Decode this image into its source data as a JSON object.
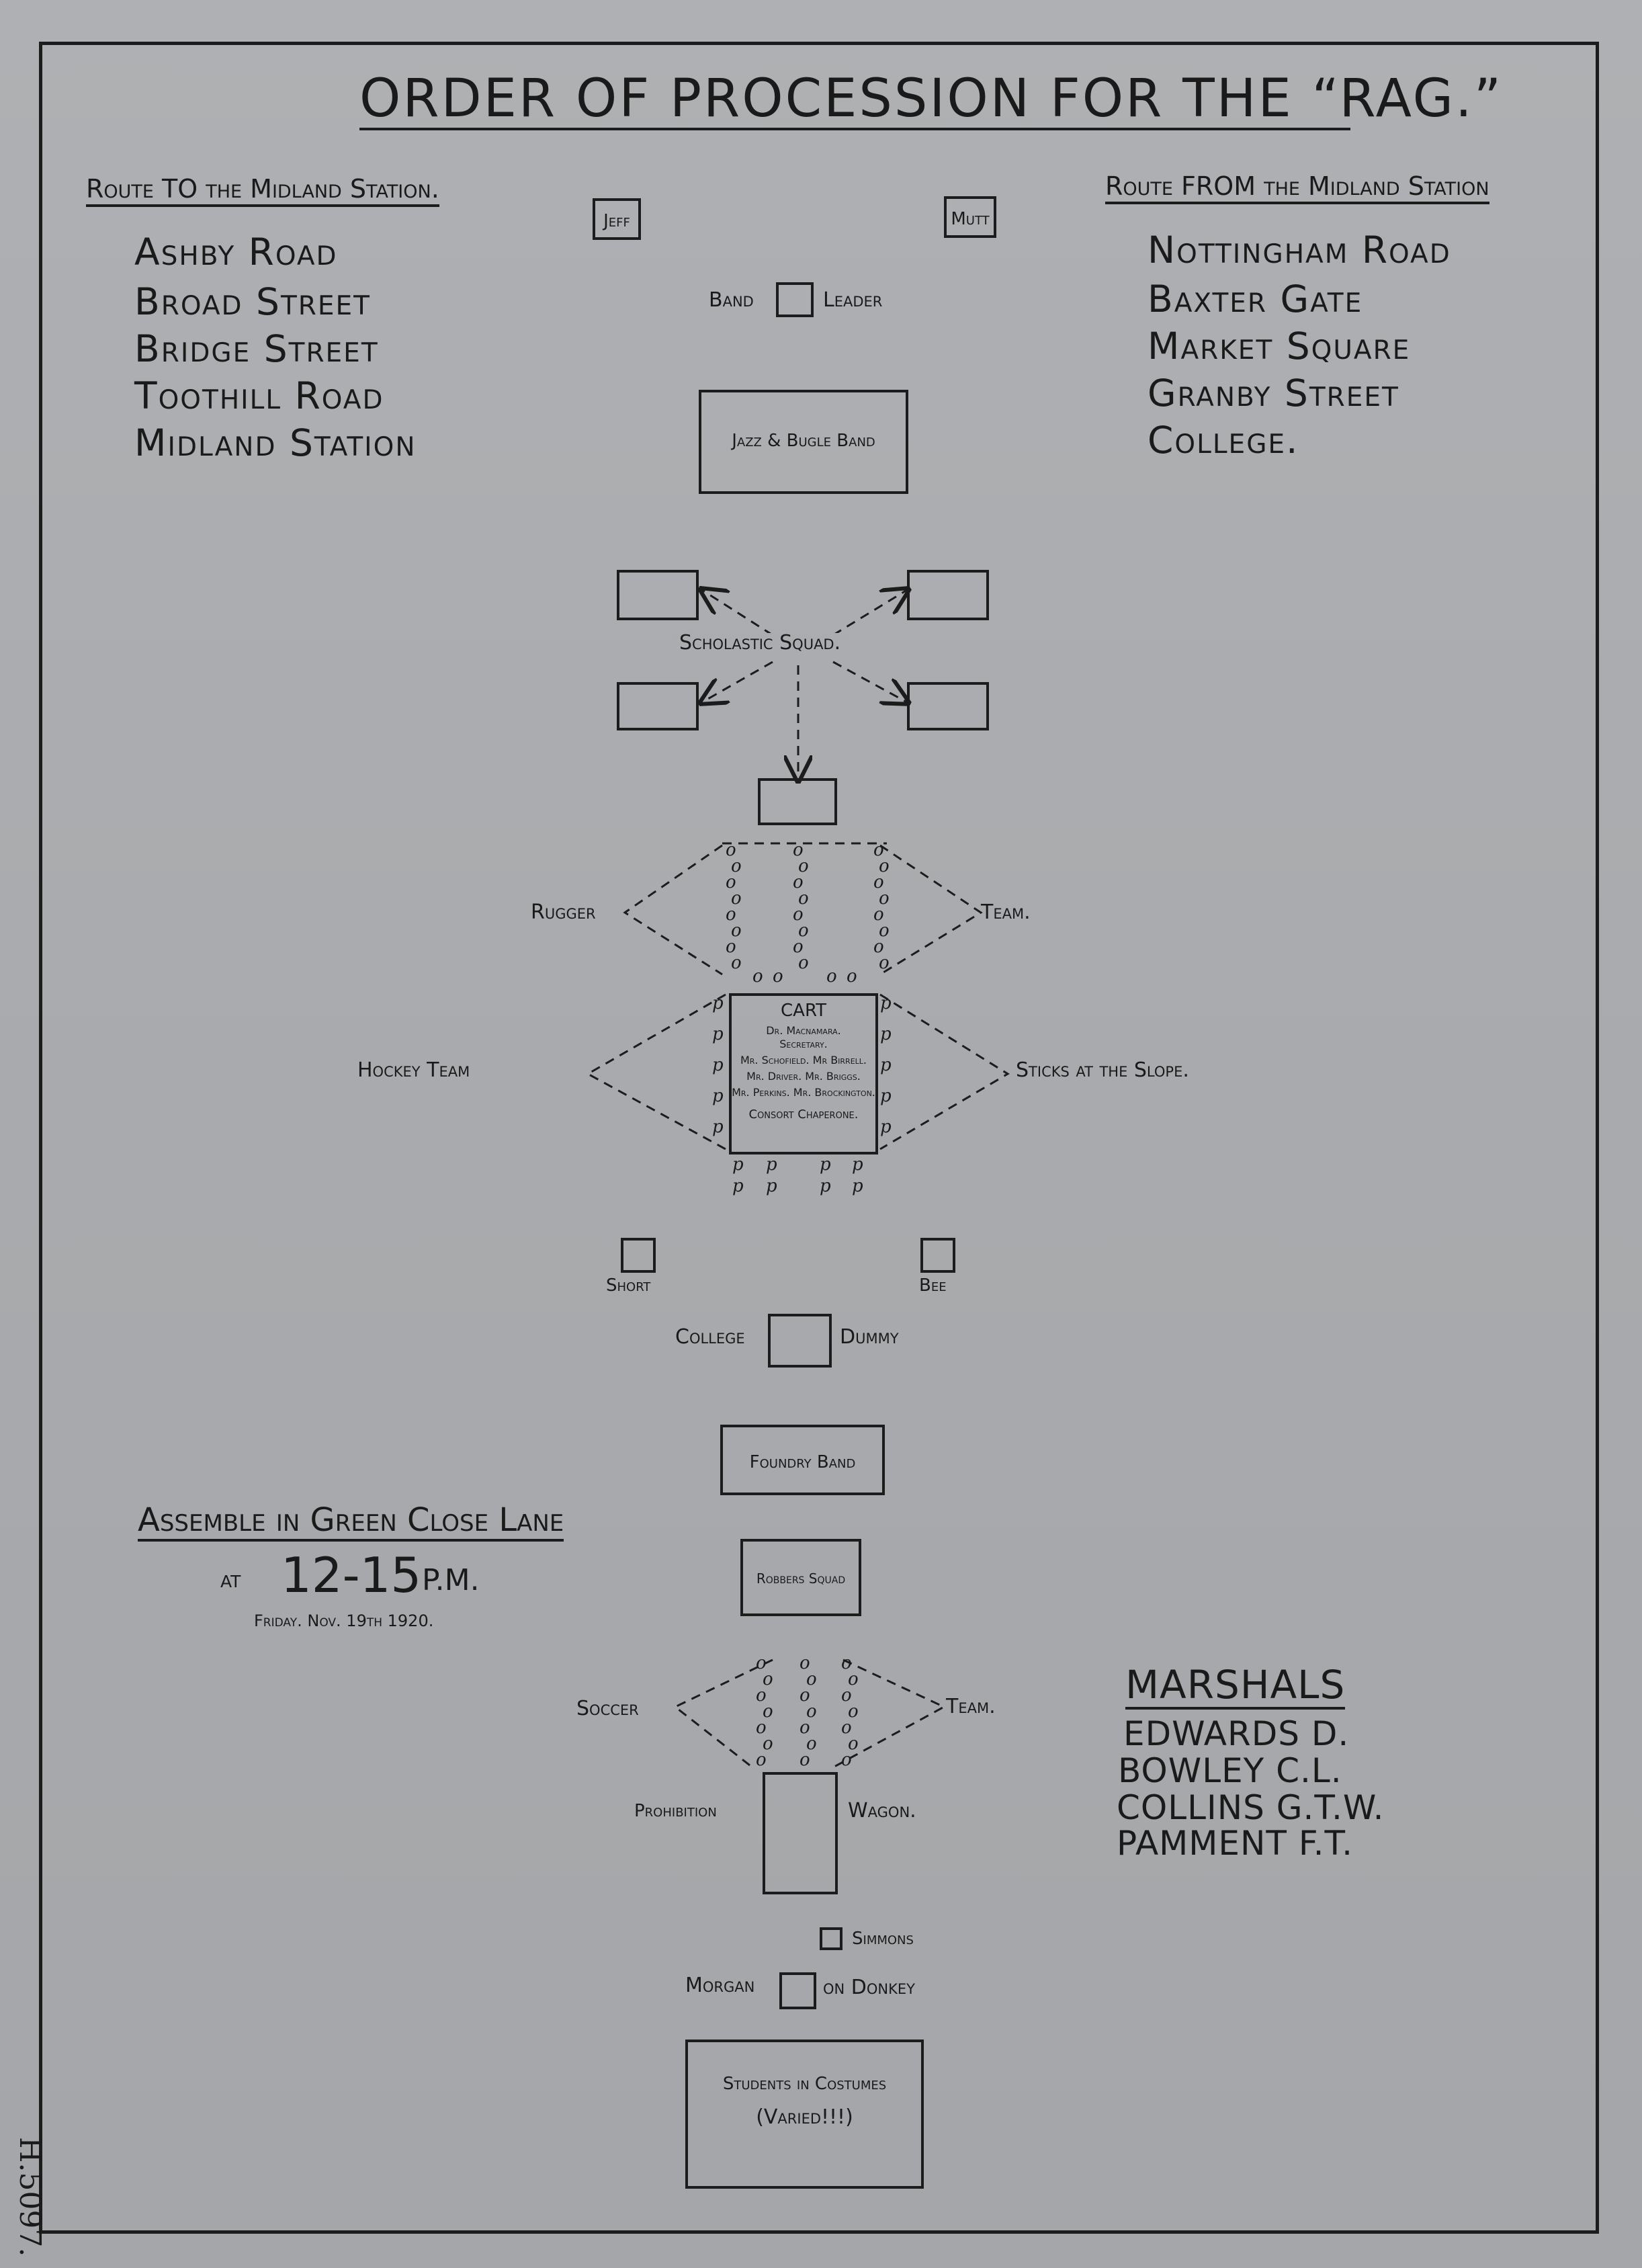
{
  "title": "ORDER OF PROCESSION FOR THE “RAG.”",
  "route_to": {
    "heading": "Route TO the Midland Station.",
    "items": [
      "Ashby Road",
      "Broad Street",
      "Bridge Street",
      "Toothill Road",
      "Midland Station"
    ]
  },
  "route_from": {
    "heading": "Route FROM the Midland Station",
    "items": [
      "Nottingham Road",
      "Baxter Gate",
      "Market Square",
      "Granby Street",
      "College."
    ]
  },
  "procession": {
    "jeff": "Jeff",
    "mutt": "Mutt",
    "band_label": "Band",
    "leader_label": "Leader",
    "jazz_band": "Jazz & Bugle Band",
    "scholastic_squad": "Scholastic Squad.",
    "rugger_left": "Rugger",
    "rugger_right": "Team.",
    "cart_title": "CART",
    "cart_lines": [
      "Dr. Macnamara.",
      "Secretary.",
      "Mr. Schofield. Mr Birrell.",
      "Mr. Driver. Mr. Briggs.",
      "Mr. Perkins. Mr. Brockington.",
      "Consort Chaperone."
    ],
    "hockey_left": "Hockey Team",
    "hockey_right": "Sticks at the Slope.",
    "short": "Short",
    "bee": "Bee",
    "college_label": "College",
    "dummy_label": "Dummy",
    "foundry_band": "Foundry Band",
    "robbers_squad": "Robbers Squad",
    "soccer_left": "Soccer",
    "soccer_right": "Team.",
    "prohibition_left": "Prohibition",
    "prohibition_right": "Wagon.",
    "simmons": "Simmons",
    "morgan_label": "Morgan",
    "donkey_label": "on Donkey",
    "students_line1": "Students in Costumes",
    "students_line2": "(Varied!!!)"
  },
  "assemble": {
    "heading": "Assemble in Green Close Lane",
    "at": "at",
    "time": "12-15",
    "pm": "P.M.",
    "date": "Friday. Nov. 19th 1920."
  },
  "marshals": {
    "heading": "MARSHALS",
    "names": [
      "EDWARDS D.",
      "BOWLEY C.L.",
      "COLLINS G.T.W.",
      "PAMMENT F.T."
    ]
  },
  "catalogue_number": "H.5097."
}
